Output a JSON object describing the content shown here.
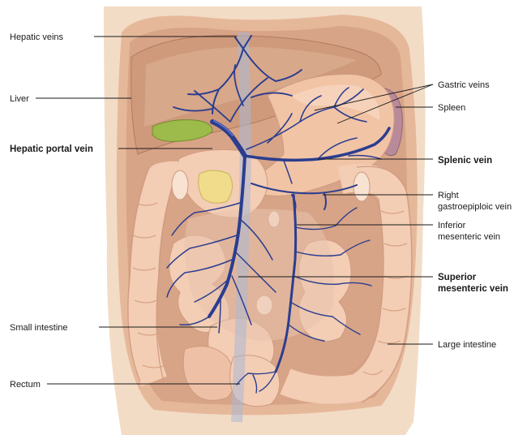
{
  "labels": {
    "hepatic_veins": "Hepatic veins",
    "liver": "Liver",
    "hepatic_portal_vein": "Hepatic portal vein",
    "small_intestine": "Small intestine",
    "rectum": "Rectum",
    "gastric_veins": "Gastric veins",
    "spleen": "Spleen",
    "splenic_vein": "Splenic vein",
    "right_gastroepiploic_vein_1": "Right",
    "right_gastroepiploic_vein_2": "gastroepiploic vein",
    "inferior_mesenteric_vein_1": "Inferior",
    "inferior_mesenteric_vein_2": "mesenteric vein",
    "superior_mesenteric_vein_1": "Superior",
    "superior_mesenteric_vein_2": "mesenteric vein",
    "large_intestine": "Large intestine"
  },
  "colors": {
    "skin": "#f3dcc6",
    "cavity": "#d8a487",
    "liver": "#cf9a7b",
    "stomach": "#f1c4a6",
    "intestine": "#f3cdb4",
    "intestine_shadow": "#d49c7f",
    "gallbladder": "#9dbb4a",
    "pancreas": "#f0dc8a",
    "spleen": "#b98a9a",
    "vein": "#2b3d8f",
    "ivc": "#aab8d6"
  }
}
